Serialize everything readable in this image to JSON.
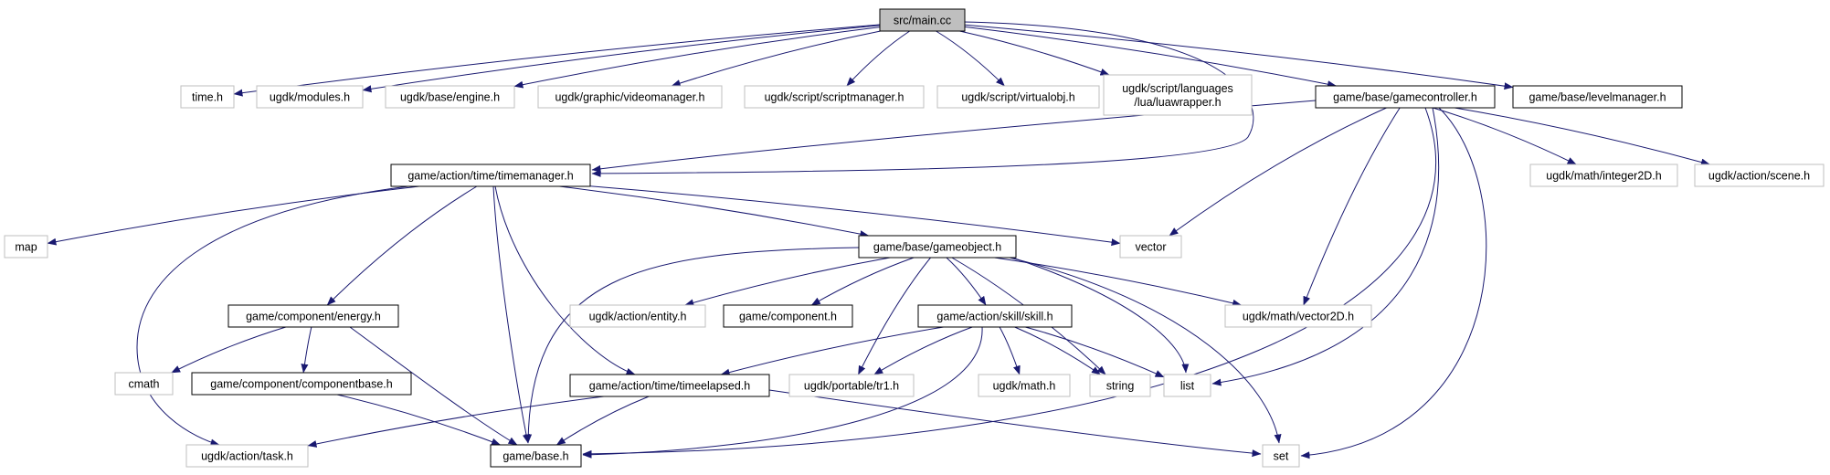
{
  "colors": {
    "edge": "#191970",
    "node_border_local": "#000000",
    "node_border_external": "#bfbfbf",
    "node_root_fill": "#bfbfbf",
    "node_fill": "#ffffff",
    "text": "#000000"
  },
  "nodes": {
    "main_cc": {
      "label": "src/main.cc",
      "kind": "root"
    },
    "time_h": {
      "label": "time.h",
      "kind": "external"
    },
    "modules_h": {
      "label": "ugdk/modules.h",
      "kind": "external"
    },
    "engine_h": {
      "label": "ugdk/base/engine.h",
      "kind": "external"
    },
    "videomanager_h": {
      "label": "ugdk/graphic/videomanager.h",
      "kind": "external"
    },
    "scriptmanager_h": {
      "label": "ugdk/script/scriptmanager.h",
      "kind": "external"
    },
    "virtualobj_h": {
      "label": "ugdk/script/virtualobj.h",
      "kind": "external"
    },
    "luawrapper_h": {
      "label": [
        "ugdk/script/languages",
        "/lua/luawrapper.h"
      ],
      "kind": "external"
    },
    "gamecontroller_h": {
      "label": "game/base/gamecontroller.h",
      "kind": "local"
    },
    "levelmanager_h": {
      "label": "game/base/levelmanager.h",
      "kind": "local"
    },
    "timemanager_h": {
      "label": "game/action/time/timemanager.h",
      "kind": "local"
    },
    "integer2d_h": {
      "label": "ugdk/math/integer2D.h",
      "kind": "external"
    },
    "scene_h": {
      "label": "ugdk/action/scene.h",
      "kind": "external"
    },
    "map": {
      "label": "map",
      "kind": "external"
    },
    "vector": {
      "label": "vector",
      "kind": "external"
    },
    "gameobject_h": {
      "label": "game/base/gameobject.h",
      "kind": "local"
    },
    "energy_h": {
      "label": "game/component/energy.h",
      "kind": "local"
    },
    "entity_h": {
      "label": "ugdk/action/entity.h",
      "kind": "external"
    },
    "component_h": {
      "label": "game/component.h",
      "kind": "local"
    },
    "skill_h": {
      "label": "game/action/skill/skill.h",
      "kind": "local"
    },
    "vector2d_h": {
      "label": "ugdk/math/vector2D.h",
      "kind": "external"
    },
    "cmath": {
      "label": "cmath",
      "kind": "external"
    },
    "componentbase_h": {
      "label": "game/component/componentbase.h",
      "kind": "local"
    },
    "timeelapsed_h": {
      "label": "game/action/time/timeelapsed.h",
      "kind": "local"
    },
    "tr1_h": {
      "label": "ugdk/portable/tr1.h",
      "kind": "external"
    },
    "ugdk_math_h": {
      "label": "ugdk/math.h",
      "kind": "external"
    },
    "string": {
      "label": "string",
      "kind": "external"
    },
    "list": {
      "label": "list",
      "kind": "external"
    },
    "task_h": {
      "label": "ugdk/action/task.h",
      "kind": "external"
    },
    "base_h": {
      "label": "game/base.h",
      "kind": "local"
    },
    "set": {
      "label": "set",
      "kind": "external"
    }
  },
  "edges": [
    [
      "main_cc",
      "time_h"
    ],
    [
      "main_cc",
      "modules_h"
    ],
    [
      "main_cc",
      "engine_h"
    ],
    [
      "main_cc",
      "videomanager_h"
    ],
    [
      "main_cc",
      "scriptmanager_h"
    ],
    [
      "main_cc",
      "virtualobj_h"
    ],
    [
      "main_cc",
      "luawrapper_h"
    ],
    [
      "main_cc",
      "gamecontroller_h"
    ],
    [
      "main_cc",
      "levelmanager_h"
    ],
    [
      "main_cc",
      "timemanager_h"
    ],
    [
      "gamecontroller_h",
      "timemanager_h"
    ],
    [
      "gamecontroller_h",
      "integer2d_h"
    ],
    [
      "gamecontroller_h",
      "scene_h"
    ],
    [
      "gamecontroller_h",
      "vector"
    ],
    [
      "gamecontroller_h",
      "vector2d_h"
    ],
    [
      "gamecontroller_h",
      "list"
    ],
    [
      "gamecontroller_h",
      "base_h"
    ],
    [
      "gamecontroller_h",
      "set"
    ],
    [
      "timemanager_h",
      "map"
    ],
    [
      "timemanager_h",
      "vector"
    ],
    [
      "timemanager_h",
      "gameobject_h"
    ],
    [
      "timemanager_h",
      "energy_h"
    ],
    [
      "timemanager_h",
      "task_h"
    ],
    [
      "timemanager_h",
      "base_h"
    ],
    [
      "timemanager_h",
      "timeelapsed_h"
    ],
    [
      "gameobject_h",
      "entity_h"
    ],
    [
      "gameobject_h",
      "component_h"
    ],
    [
      "gameobject_h",
      "skill_h"
    ],
    [
      "gameobject_h",
      "vector2d_h"
    ],
    [
      "gameobject_h",
      "tr1_h"
    ],
    [
      "gameobject_h",
      "string"
    ],
    [
      "gameobject_h",
      "list"
    ],
    [
      "gameobject_h",
      "set"
    ],
    [
      "gameobject_h",
      "base_h"
    ],
    [
      "energy_h",
      "cmath"
    ],
    [
      "energy_h",
      "componentbase_h"
    ],
    [
      "energy_h",
      "base_h"
    ],
    [
      "skill_h",
      "timeelapsed_h"
    ],
    [
      "skill_h",
      "tr1_h"
    ],
    [
      "skill_h",
      "ugdk_math_h"
    ],
    [
      "skill_h",
      "string"
    ],
    [
      "skill_h",
      "list"
    ],
    [
      "skill_h",
      "base_h"
    ],
    [
      "componentbase_h",
      "base_h"
    ],
    [
      "timeelapsed_h",
      "task_h"
    ],
    [
      "timeelapsed_h",
      "base_h"
    ],
    [
      "timeelapsed_h",
      "set"
    ]
  ]
}
